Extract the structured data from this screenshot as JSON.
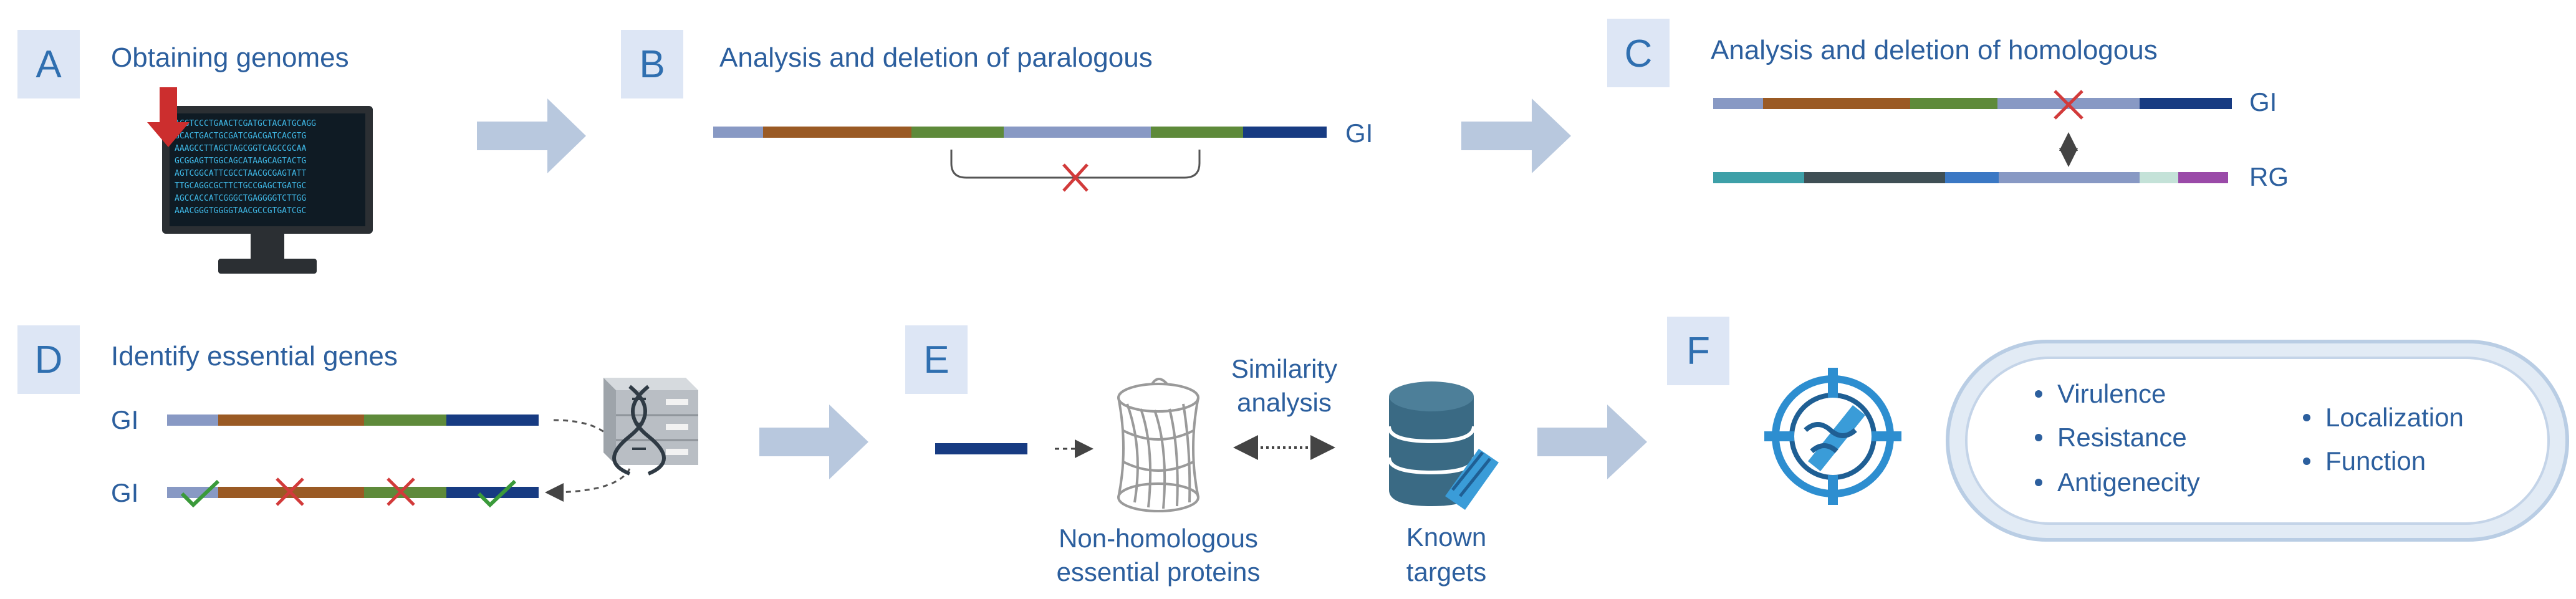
{
  "panels": {
    "a": {
      "letter": "A",
      "title": "Obtaining genomes"
    },
    "b": {
      "letter": "B",
      "title": "Analysis and deletion of paralogous",
      "genome_label": "GI"
    },
    "c": {
      "letter": "C",
      "title": "Analysis and deletion of homologous",
      "genome_label_1": "GI",
      "genome_label_2": "RG"
    },
    "d": {
      "letter": "D",
      "title": "Identify essential genes",
      "genome_label_1": "GI",
      "genome_label_2": "GI"
    },
    "e": {
      "letter": "E",
      "similarity_line1": "Similarity",
      "similarity_line2": "analysis",
      "protein_line1": "Non-homologous",
      "protein_line2": "essential proteins",
      "targets_line1": "Known",
      "targets_line2": "targets"
    },
    "f": {
      "letter": "F",
      "criteria_left": [
        "Virulence",
        "Resistance",
        "Antigenecity"
      ],
      "criteria_right": [
        "Localization",
        "Function"
      ]
    }
  },
  "colors": {
    "title_blue": "#2c5f9e",
    "letter_box": "#dde6f5",
    "arrow": "#b8c8de",
    "red_x": "#d23a3a",
    "green_check": "#3a9a3a",
    "seg_lightblue": "#8899c4",
    "seg_brown": "#9a5a24",
    "seg_green": "#5e8a3a",
    "seg_navy": "#173b82",
    "seg_teal": "#3ea0a8",
    "seg_darkgray": "#3f4f55",
    "seg_blue": "#3b78c4",
    "seg_palegreen": "#c4e2d8",
    "seg_purple": "#9a4aa8"
  },
  "icons": [
    "monitor-icon",
    "download-arrow-icon",
    "database-server-icon",
    "dna-icon",
    "beta-barrel-protein-icon",
    "database-stack-icon",
    "target-crosshair-icon",
    "check-icon",
    "cross-icon"
  ]
}
